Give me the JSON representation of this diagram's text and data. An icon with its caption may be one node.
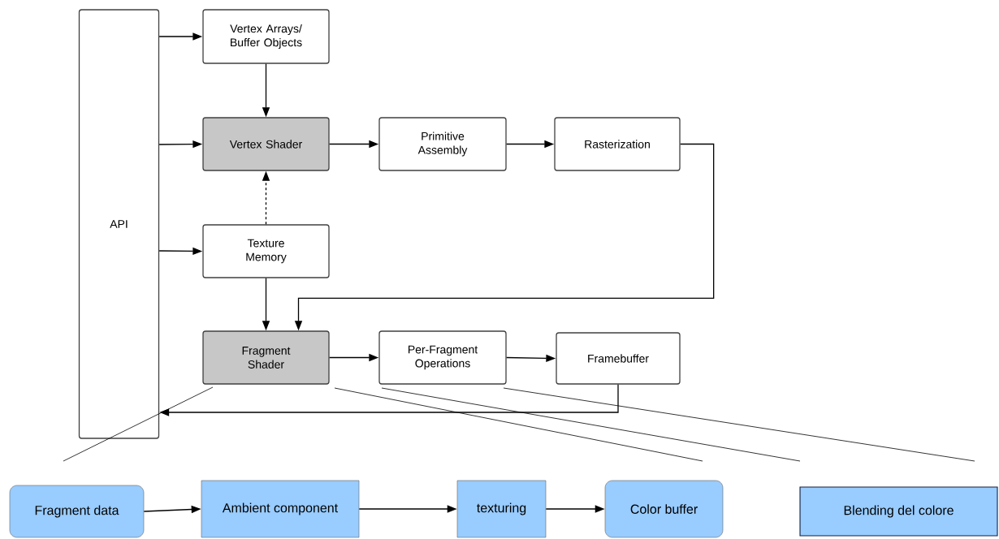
{
  "diagram": {
    "nodes": [
      {
        "text": [
          "API"
        ]
      },
      {
        "text": [
          "Vertex Arrays/ Buffer Objects"
        ]
      },
      {
        "text": [
          "Vertex Shader"
        ]
      },
      {
        "text": [
          "Primitive Assembly"
        ]
      },
      {
        "text": [
          "Rasterization"
        ]
      },
      {
        "text": [
          "Texture Memory"
        ]
      },
      {
        "text": [
          "Fragment Shader"
        ]
      },
      {
        "text": [
          "Per-Fragment Operations"
        ]
      },
      {
        "text": [
          "Framebuffer"
        ]
      },
      {
        "text": [
          "Fragment data"
        ]
      },
      {
        "text": [
          "Ambient component"
        ]
      },
      {
        "text": [
          "texturing"
        ]
      },
      {
        "text": [
          "Color buffer"
        ]
      },
      {
        "text": [
          "Blending del colore"
        ]
      }
    ],
    "edges": [
      {
        "from": 0,
        "to": 1,
        "arrow": "to"
      },
      {
        "from": 0,
        "to": 2,
        "arrow": "to"
      },
      {
        "from": 0,
        "to": 5,
        "arrow": "to"
      },
      {
        "from": 1,
        "to": 2,
        "arrow": "to"
      },
      {
        "from": 5,
        "to": 2,
        "arrow": "to",
        "style": "dashed"
      },
      {
        "from": 2,
        "to": 3,
        "arrow": "to"
      },
      {
        "from": 3,
        "to": 4,
        "arrow": "to"
      },
      {
        "from": 4,
        "to": 6,
        "arrow": "to"
      },
      {
        "from": 5,
        "to": 6,
        "arrow": "to"
      },
      {
        "from": 6,
        "to": 7,
        "arrow": "to"
      },
      {
        "from": 7,
        "to": 8,
        "arrow": "to"
      },
      {
        "from": 8,
        "to": 0,
        "arrow": "to"
      },
      {
        "from": 9,
        "to": 10,
        "arrow": "to"
      },
      {
        "from": 10,
        "to": 11,
        "arrow": "to"
      },
      {
        "from": 11,
        "to": 12,
        "arrow": "to"
      }
    ]
  }
}
